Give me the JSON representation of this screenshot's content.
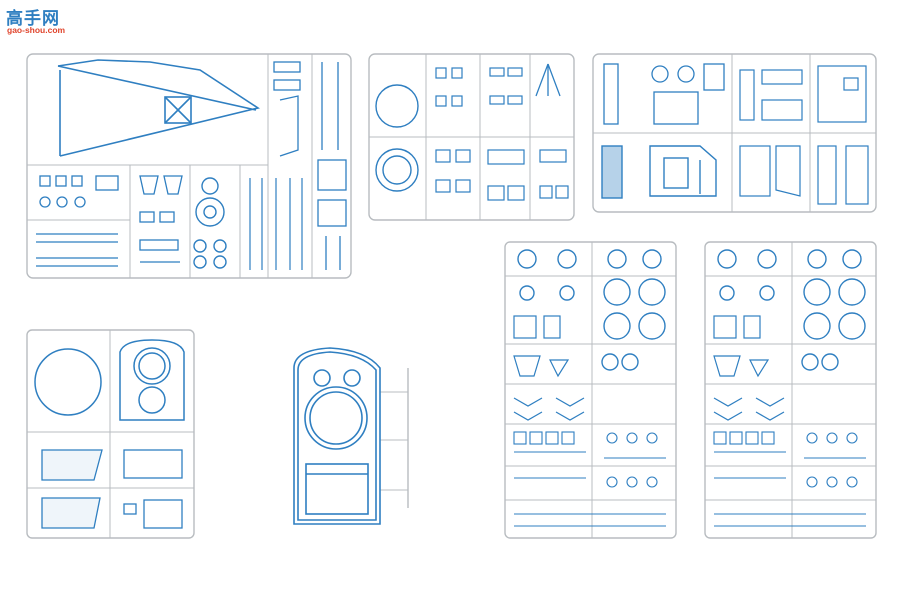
{
  "watermark": {
    "chinese": "高手网",
    "domain": "gao-shou.com"
  },
  "colors": {
    "part_line": "#2f7fc1",
    "sprue_line": "#b8bcc0",
    "logo_blue": "#2f7fc1",
    "logo_red": "#e0442c",
    "background": "#ffffff"
  },
  "sprues": [
    "sprue-frame-boom-wheels",
    "sprue-frame-small-parts-a",
    "sprue-frame-hatches-boxes",
    "sprue-frame-wheels-left",
    "sprue-frame-wheels-right",
    "sprue-frame-cupola-plates",
    "sprue-frame-turret-hull"
  ]
}
